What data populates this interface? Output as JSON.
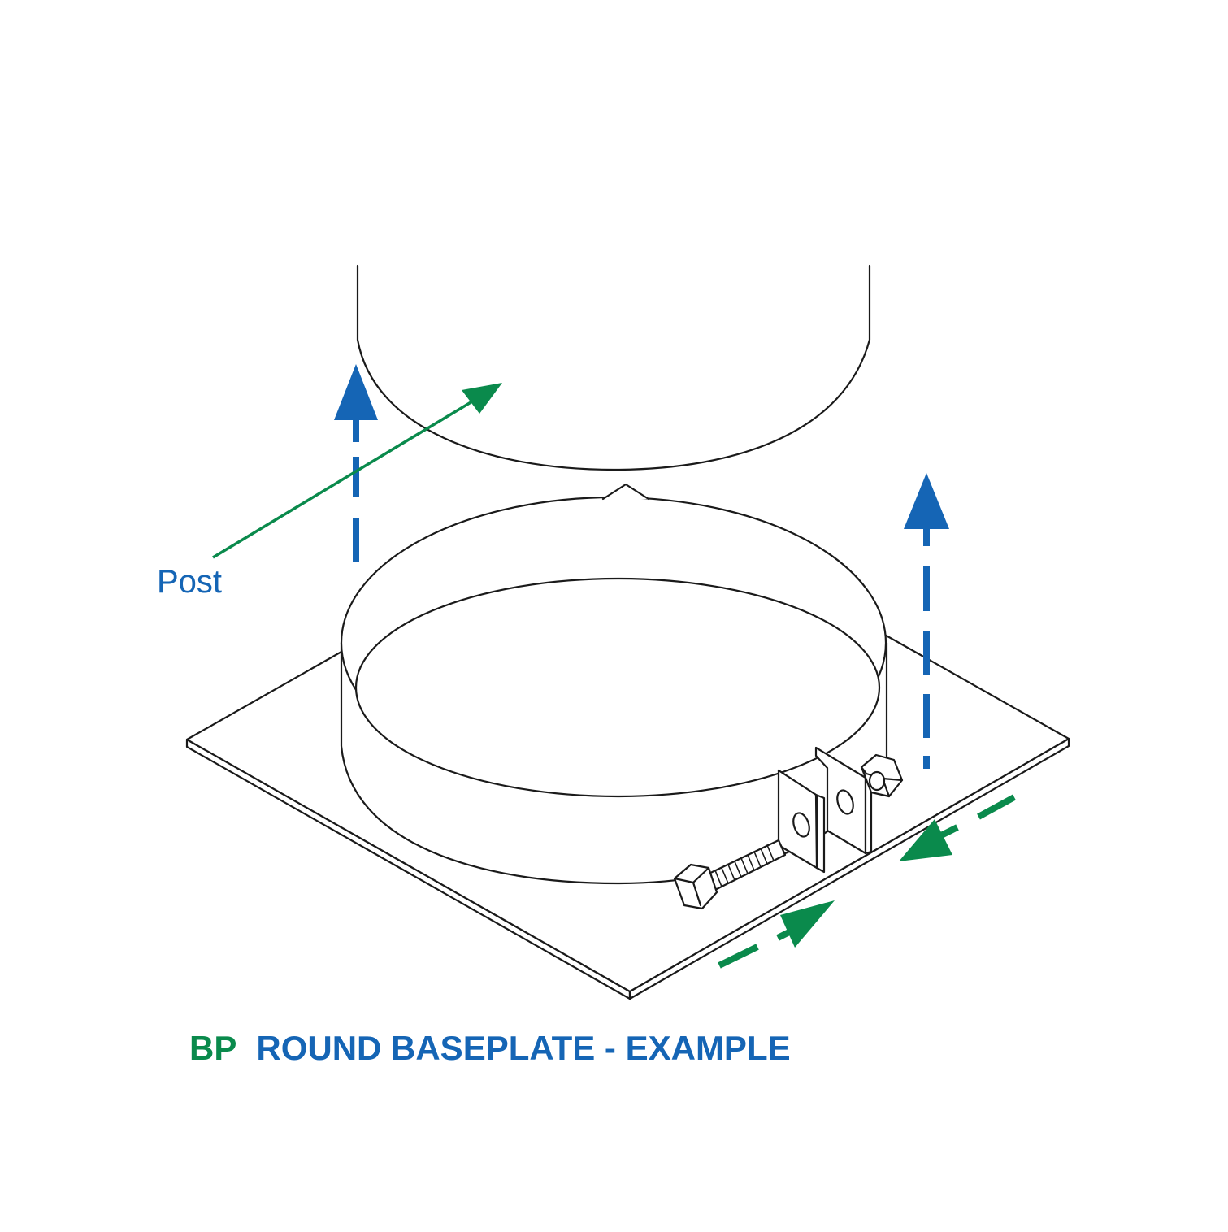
{
  "labels": {
    "post": "Post",
    "caption_code": "BP",
    "caption_title": "ROUND BASEPLATE - EXAMPLE"
  },
  "colors": {
    "blue": "#1565b5",
    "green": "#0a8a4c",
    "line": "#1a1a1a",
    "fill": "#ffffff"
  },
  "icons": [
    "up-arrow-icon",
    "diagonal-arrow-icon",
    "hex-bolt-icon",
    "hex-nut-icon"
  ]
}
